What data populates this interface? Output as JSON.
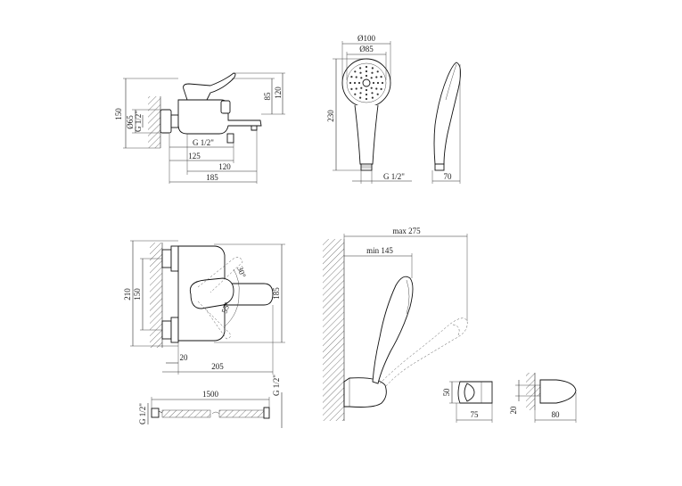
{
  "labels": {
    "faucet_side": {
      "h150": "150",
      "d65": "Ø65",
      "g12_v": "G 1/2\"",
      "h85": "85",
      "h120": "120",
      "g12_h": "G 1/2\"",
      "w125": "125",
      "w120": "120",
      "w185": "185"
    },
    "shower_head": {
      "d100": "Ø100",
      "d85": "Ø85",
      "h230": "230",
      "g12": "G 1/2\"",
      "w70": "70"
    },
    "faucet_top": {
      "h210": "210",
      "h150": "150",
      "h185": "185",
      "a30": "30°",
      "a55": "55°",
      "w20": "20",
      "w205": "205"
    },
    "hose": {
      "g12_left": "G 1/2\"",
      "len1500": "1500",
      "g12_right": "G 1/2\""
    },
    "wall_mount": {
      "max275": "max 275",
      "min145": "min 145"
    },
    "holder": {
      "h50": "50",
      "w75": "75",
      "h20": "20",
      "w80": "80"
    }
  }
}
